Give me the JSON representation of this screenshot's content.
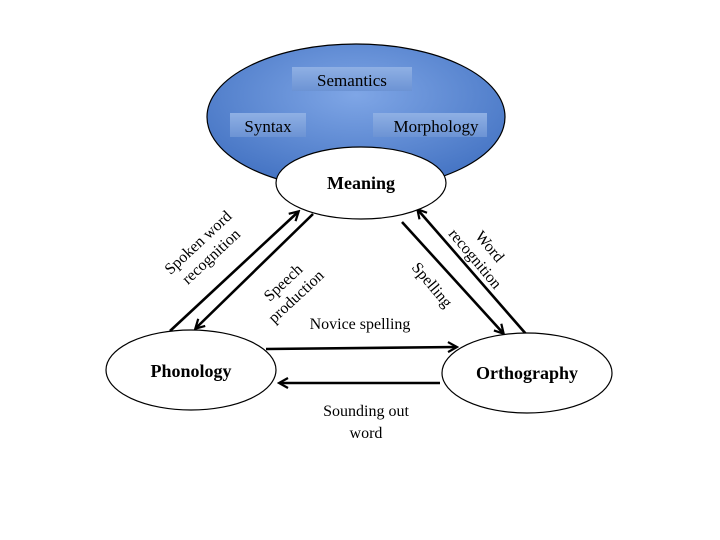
{
  "layers": {
    "semantics": "Semantics",
    "syntax": "Syntax",
    "morphology": "Morphology"
  },
  "nodes": {
    "meaning": "Meaning",
    "phonology": "Phonology",
    "orthography": "Orthography"
  },
  "edges": {
    "spoken_word_recognition": [
      "Spoken word",
      "recognition"
    ],
    "speech_production": [
      "Speech",
      "production"
    ],
    "word_recognition": [
      "Word",
      "recognition"
    ],
    "spelling": "Spelling",
    "novice_spelling": "Novice spelling",
    "sounding_out_word": [
      "Sounding out",
      "word"
    ]
  },
  "colors": {
    "outer_ellipse": "#4a79c8",
    "tag_box": "#7fa3dc",
    "node_fill": "#ffffff",
    "stroke": "#000000"
  }
}
